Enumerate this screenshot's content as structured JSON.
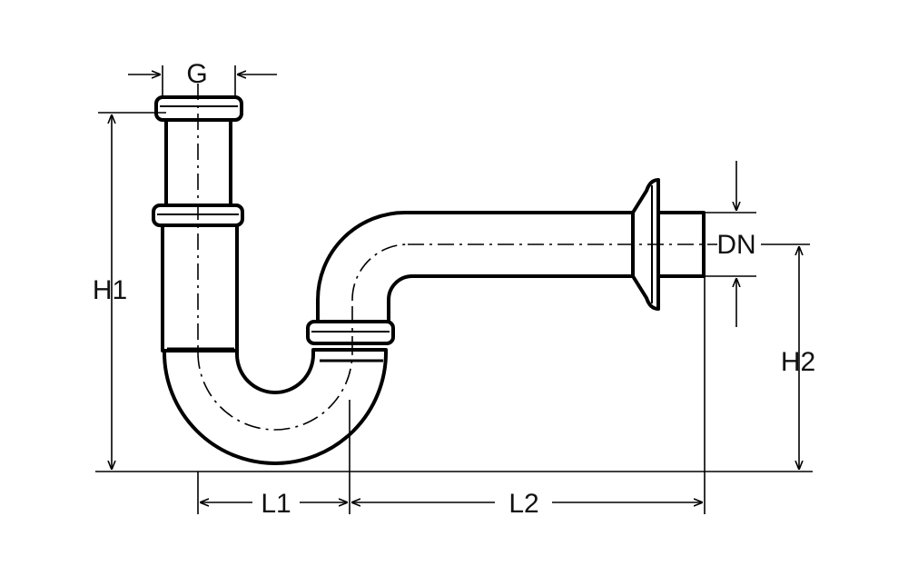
{
  "labels": {
    "g": "G",
    "h1": "H1",
    "h2": "H2",
    "l1": "L1",
    "l2": "L2",
    "dn": "DN"
  },
  "colors": {
    "line": "#000000",
    "fill": "#ffffff"
  }
}
